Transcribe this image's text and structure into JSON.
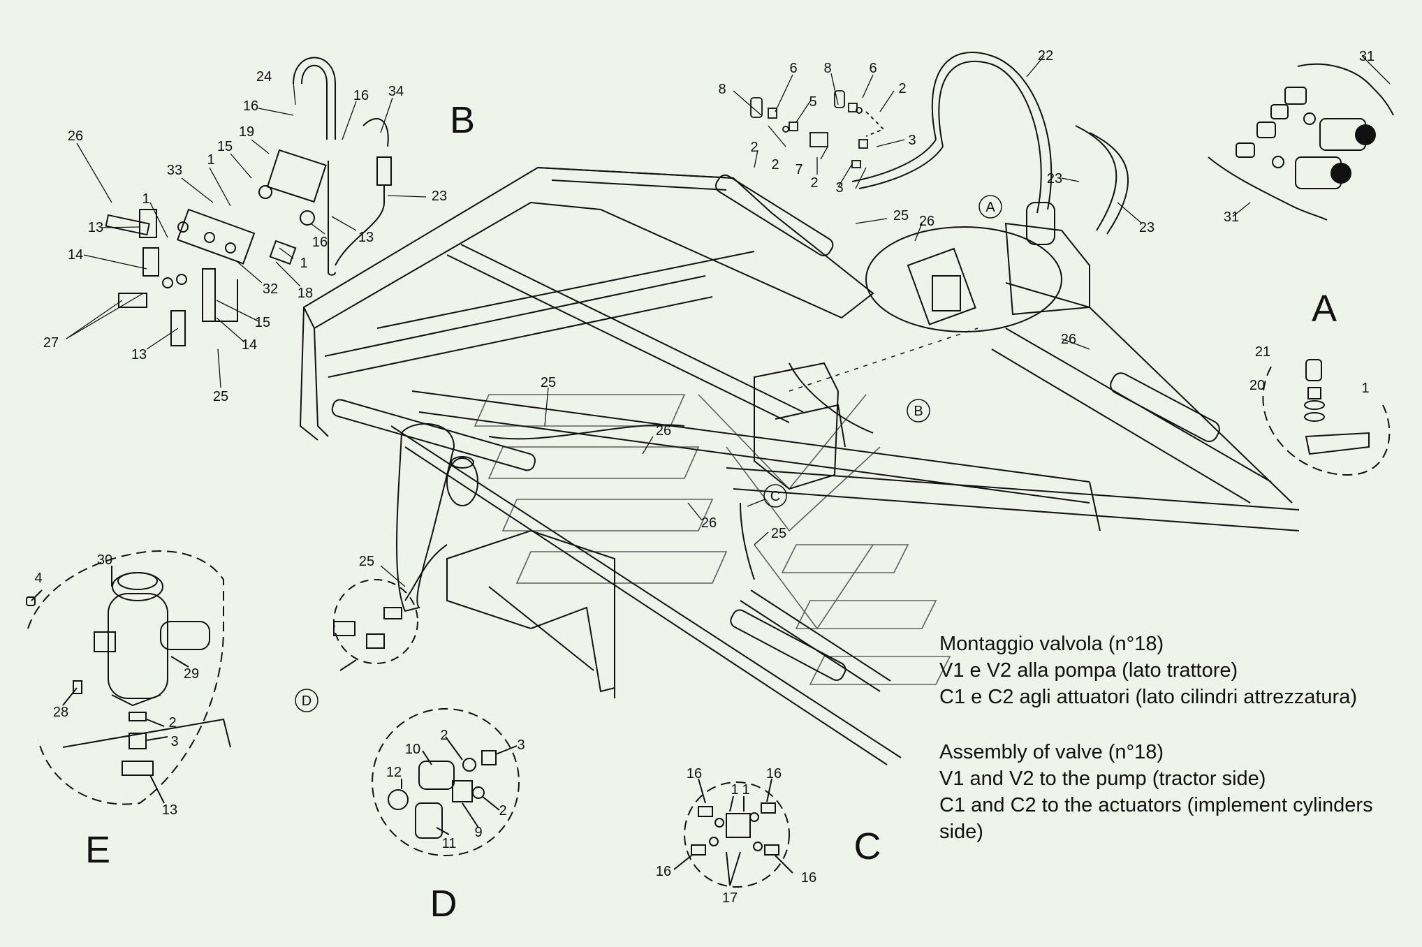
{
  "section_labels": {
    "a": "A",
    "b": "B",
    "c": "C",
    "d": "D",
    "e": "E"
  },
  "detail_bubbles": {
    "a": "A",
    "b": "B",
    "c": "C",
    "d": "D"
  },
  "callouts": {
    "b": [
      "24",
      "16",
      "19",
      "16",
      "34",
      "15",
      "33",
      "1",
      "23",
      "13",
      "16",
      "1",
      "18",
      "32",
      "15",
      "14",
      "26",
      "13",
      "1",
      "14",
      "27",
      "13",
      "25"
    ],
    "valve": [
      "8",
      "6",
      "5",
      "2",
      "7",
      "2",
      "3",
      "8",
      "6",
      "2",
      "3",
      "2"
    ],
    "quick_couplers": [
      "31",
      "31"
    ],
    "main": [
      "22",
      "23",
      "23",
      "25",
      "26",
      "26",
      "25",
      "26",
      "26",
      "25",
      "25"
    ],
    "a": [
      "21",
      "20",
      "1"
    ],
    "e": [
      "30",
      "4",
      "29",
      "28",
      "2",
      "3",
      "13"
    ],
    "d": [
      "10",
      "2",
      "3",
      "12",
      "2",
      "9",
      "11"
    ],
    "c": [
      "16",
      "16",
      "1",
      "1",
      "16",
      "16",
      "17"
    ]
  },
  "caption_it": [
    "Montaggio valvola (n°18)",
    "V1 e V2 alla pompa (lato trattore)",
    "C1 e C2 agli attuatori (lato cilindri attrezzatura)"
  ],
  "caption_en": [
    "Assembly of valve (n°18)",
    "V1 and V2 to the pump (tractor side)",
    "C1 and C2 to the actuators (implement cylinders",
    "side)"
  ]
}
